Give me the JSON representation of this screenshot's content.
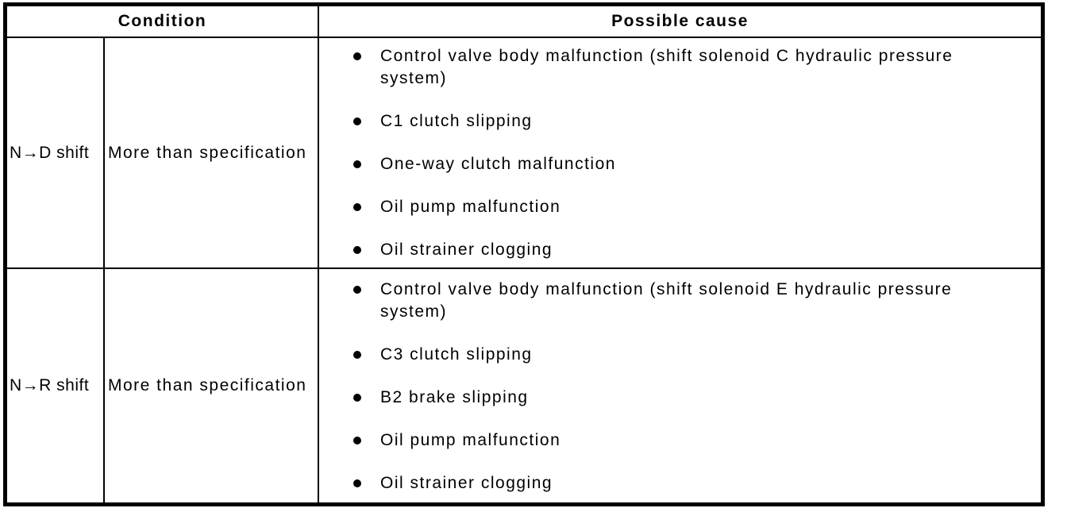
{
  "header": {
    "condition_label": "Condition",
    "possible_cause_label": "Possible cause"
  },
  "rows": [
    {
      "condition": "N→D shift",
      "specification": "More than specification",
      "causes": [
        "Control valve body malfunction (shift solenoid C hydraulic pressure system)",
        "C1 clutch slipping",
        "One-way clutch malfunction",
        "Oil pump malfunction",
        "Oil strainer clogging"
      ]
    },
    {
      "condition": "N→R shift",
      "specification": "More than specification",
      "causes": [
        "Control valve body malfunction (shift solenoid E hydraulic pressure system)",
        "C3 clutch slipping",
        "B2 brake slipping",
        "Oil pump malfunction",
        "Oil strainer clogging"
      ]
    }
  ],
  "colors": {
    "border": "#000000",
    "background": "#ffffff",
    "text": "#000000"
  }
}
